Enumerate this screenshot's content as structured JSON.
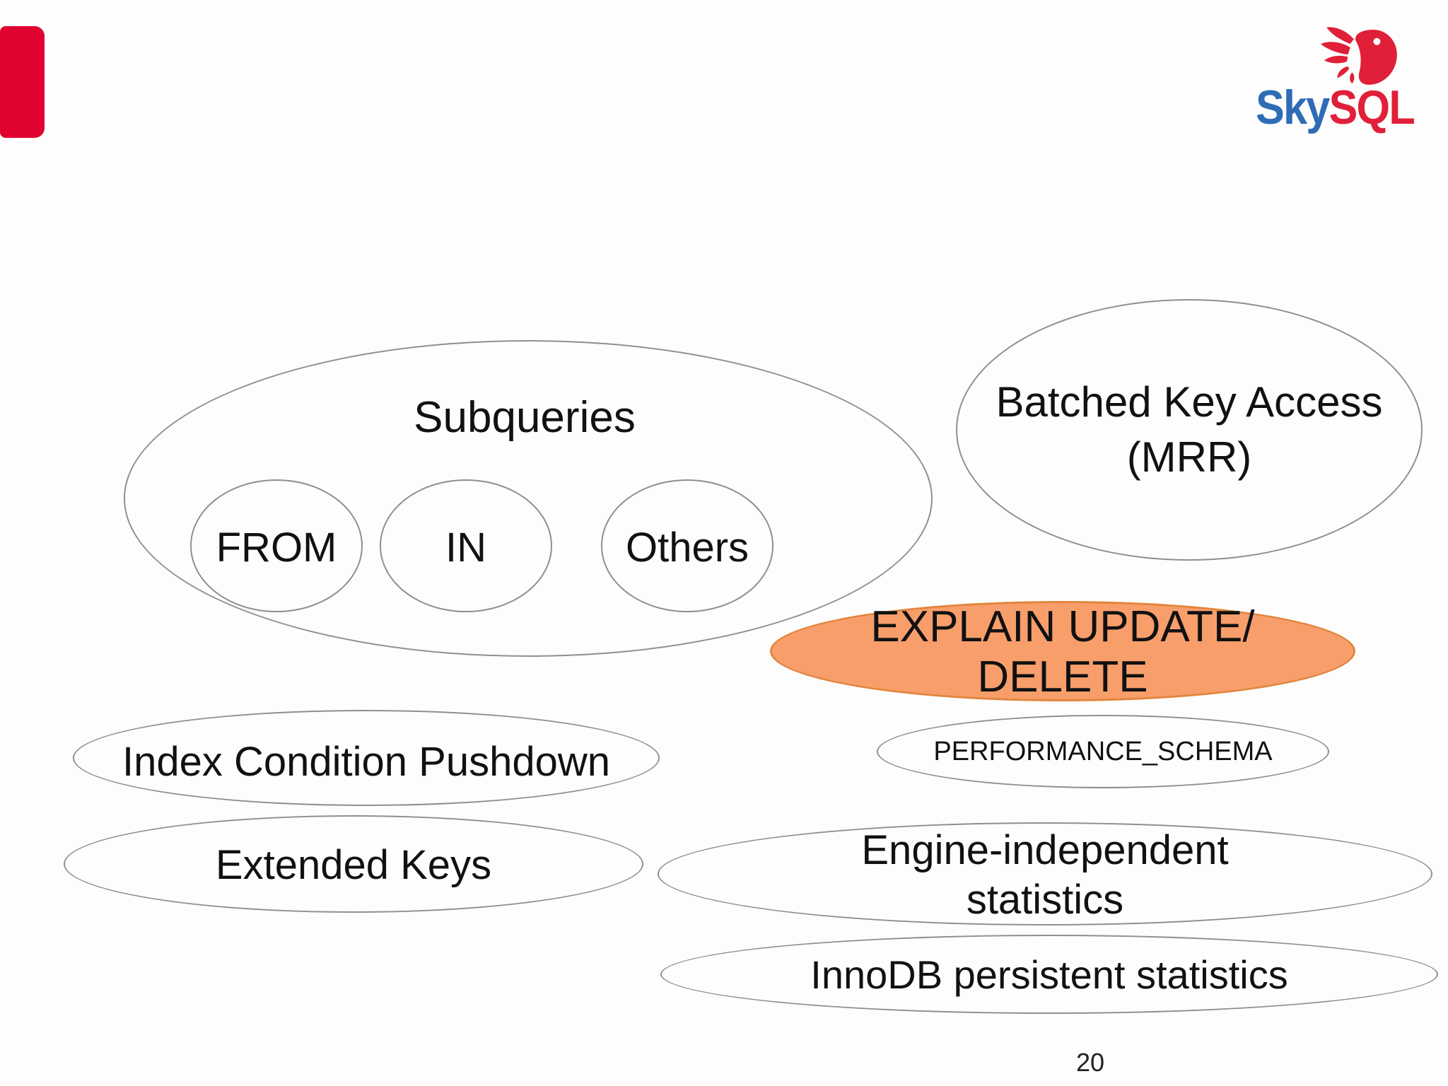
{
  "slide": {
    "background": "#fdfdfd",
    "accent_bar_color": "#E00231",
    "page_number": "20"
  },
  "logo": {
    "text_sky": "Sky",
    "text_sql": "SQL",
    "sky_color": "#2E6CB5",
    "sql_color": "#E01F38",
    "bird_color": "#E01F38",
    "icon": "skysql-bird-icon"
  },
  "diagram": {
    "stroke_color": "#8f8f8f",
    "highlight_fill": "#F79E6B",
    "highlight_stroke": "#E2853C",
    "nodes": {
      "subqueries": {
        "label": "Subqueries"
      },
      "from": {
        "label": "FROM"
      },
      "in": {
        "label": "IN"
      },
      "others": {
        "label": "Others"
      },
      "bka": {
        "label_line1": "Batched Key Access",
        "label_line2": "(MRR)"
      },
      "explain": {
        "label_line1": "EXPLAIN UPDATE/",
        "label_line2": "DELETE",
        "highlighted": true
      },
      "performance_schema": {
        "label": "PERFORMANCE_SCHEMA"
      },
      "icp": {
        "label": "Index Condition Pushdown"
      },
      "extended_keys": {
        "label": "Extended Keys"
      },
      "engine_stats": {
        "label_line1": "Engine-independent",
        "label_line2": "statistics"
      },
      "innodb_stats": {
        "label": "InnoDB persistent statistics"
      }
    }
  }
}
